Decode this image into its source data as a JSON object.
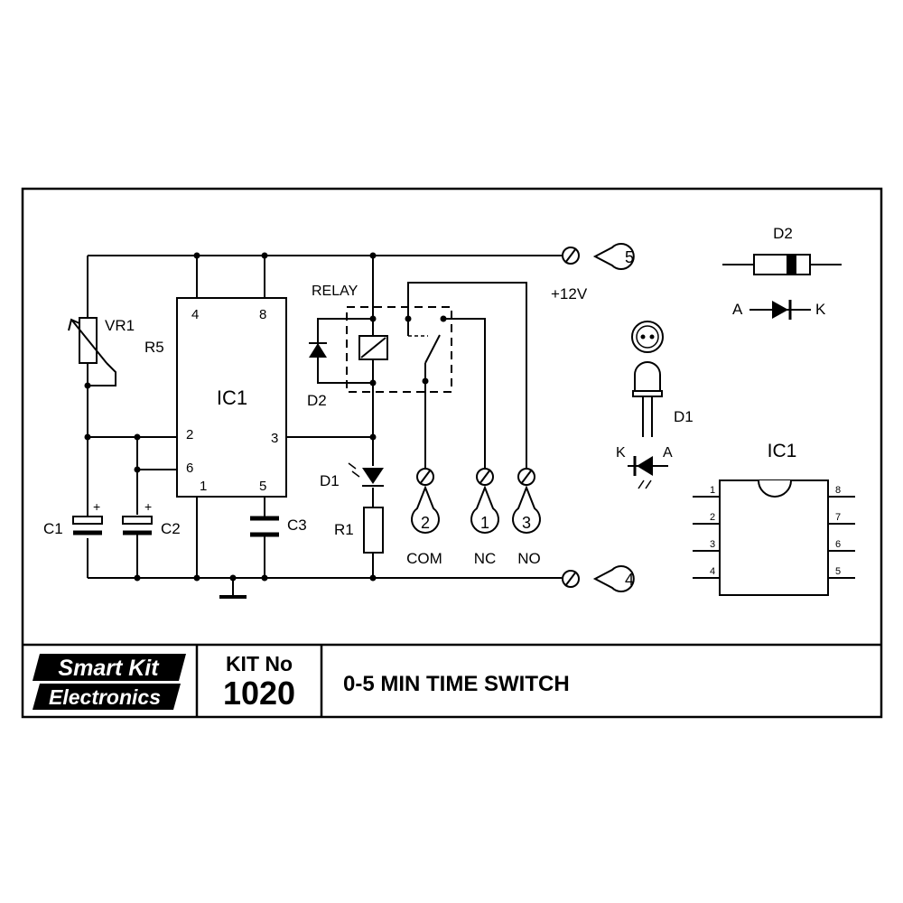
{
  "labels": {
    "vr1": "VR1",
    "r5": "R5",
    "ic1": "IC1",
    "relay": "RELAY",
    "d2": "D2",
    "d1": "D1",
    "r1": "R1",
    "c1": "C1",
    "c2": "C2",
    "c3": "C3",
    "plus": "+",
    "supply": "+12V",
    "com": "COM",
    "nc": "NC",
    "no": "NO"
  },
  "pins": {
    "p4": "4",
    "p8": "8",
    "p2": "2",
    "p3": "3",
    "p6": "6",
    "p1": "1",
    "p5": "5"
  },
  "terminals": {
    "t5": "5",
    "t4": "4",
    "t2": "2",
    "t1": "1",
    "t3": "3"
  },
  "parts": {
    "d2_title": "D2",
    "d2_a": "A",
    "d2_k": "K",
    "d1_title": "D1",
    "d1_k": "K",
    "d1_a": "A",
    "ic1_title": "IC1",
    "ic_pins": [
      "1",
      "2",
      "3",
      "4",
      "8",
      "7",
      "6",
      "5"
    ]
  },
  "footer": {
    "logo_line1": "Smart Kit",
    "logo_line2": "Electronics",
    "kit_label": "KIT No",
    "kit_number": "1020",
    "title": "0-5 MIN TIME SWITCH"
  }
}
